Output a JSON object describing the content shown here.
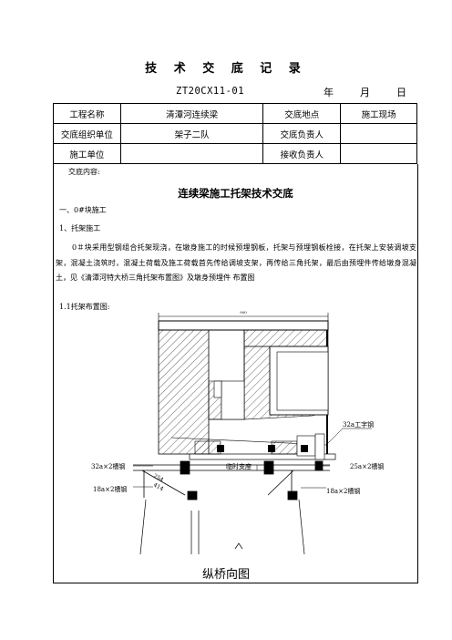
{
  "header": {
    "title": "技 术 交 底 记 录",
    "code": "ZT20CX11-01",
    "year": "年",
    "month": "月",
    "day": "日"
  },
  "table": {
    "row1": {
      "label1": "工程名称",
      "value1": "清潭河连续梁",
      "label2": "交底地点",
      "value2": "施工现场"
    },
    "row2": {
      "label1": "交底组织单位",
      "value1": "架子二队",
      "label2": "交底负责人",
      "value2": ""
    },
    "row3": {
      "label1": "施工单位",
      "value1": "",
      "label2": "接收负责人",
      "value2": ""
    }
  },
  "content": {
    "label": "交底内容:",
    "heading": "连续梁施工托架技术交底",
    "sec1": "一、0#块施工",
    "sec2": "1、托架施工",
    "para": "0＃块采用型钢组合托架现浇，在墩身施工的时候预埋钢板，托架与预埋钢板栓接，在托架上安装调坡支架，混凝土浇筑时，混凝土荷载及施工荷载首先传给调坡支架，再传给三角托架，最后由预埋件传给墩身混凝土，见《清潭河特大桥三角托架布置图》及墩身预埋件 布置图",
    "sec3": "1.1托架布置图:"
  },
  "drawing": {
    "top_dim": "900",
    "labels": {
      "i_beam": "32a工字钢",
      "left_channel": "32a×2槽钢",
      "temp_support": "临时支座",
      "right_channel": "25a×2槽钢",
      "left_lower": "18a×2槽钢",
      "right_lower": "18a×2槽钢",
      "dim_a": "254",
      "dim_b": "414"
    },
    "caption": "纵桥向图"
  }
}
